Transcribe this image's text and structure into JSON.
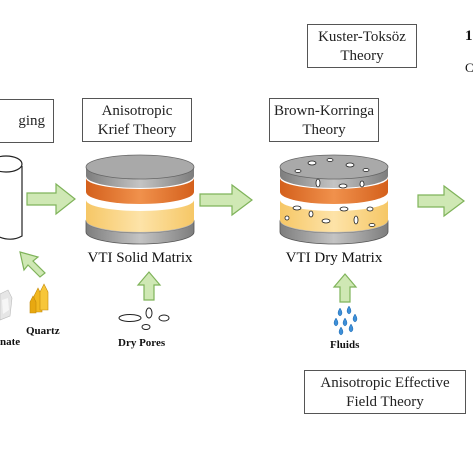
{
  "boxes": {
    "imaging_partial": "ging",
    "anisotropic_krief_line1": "Anisotropic",
    "anisotropic_krief_line2": "Krief Theory",
    "brown_korringa_line1": "Brown-Korringa",
    "brown_korringa_line2": "Theory",
    "kuster_toksoz_line1": "Kuster-Toksöz",
    "kuster_toksoz_line2": "Theory",
    "anisotropic_effective_line1": "Anisotropic Effective",
    "anisotropic_effective_line2": "Field Theory"
  },
  "captions": {
    "vti_solid_matrix": "VTI Solid Matrix",
    "vti_dry_matrix": "VTI Dry Matrix"
  },
  "inputs": {
    "quartz": "Quartz",
    "carbonate_partial": "nate",
    "dry_pores": "Dry Pores",
    "fluids": "Fluids"
  },
  "edge_text": {
    "right_partial_1": "1",
    "right_partial_2": "C"
  },
  "colors": {
    "arrow_fill": "#cfe8b4",
    "arrow_stroke": "#7fb35a",
    "orange_layer": "#e57a32",
    "yellow_layer": "#fbd98c",
    "gray_layer": "#9e9e9e",
    "fluid_blue": "#3d8fd8",
    "quartz_gold": "#f2b81f"
  }
}
